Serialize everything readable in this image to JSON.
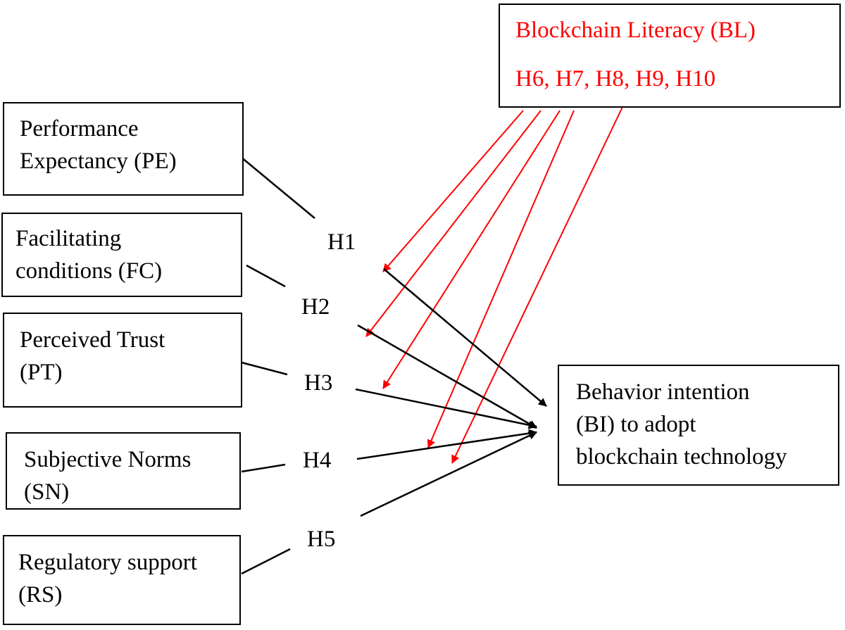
{
  "colors": {
    "moderator": "#ff0000",
    "construct": "#000000"
  },
  "constructs": {
    "pe": {
      "label": "Performance\nExpectancy (PE)"
    },
    "fc": {
      "label": "Facilitating\nconditions (FC)"
    },
    "pt": {
      "label": "Perceived Trust\n(PT)"
    },
    "sn": {
      "label": "Subjective Norms\n(SN)"
    },
    "rs": {
      "label": "Regulatory support\n(RS)"
    }
  },
  "moderator": {
    "label": "Blockchain Literacy (BL)",
    "hypotheses": "H6, H7, H8, H9, H10"
  },
  "outcome": {
    "label": "Behavior intention\n(BI) to adopt\nblockchain technology"
  },
  "hypotheses": {
    "h1": "H1",
    "h2": "H2",
    "h3": "H3",
    "h4": "H4",
    "h5": "H5"
  }
}
